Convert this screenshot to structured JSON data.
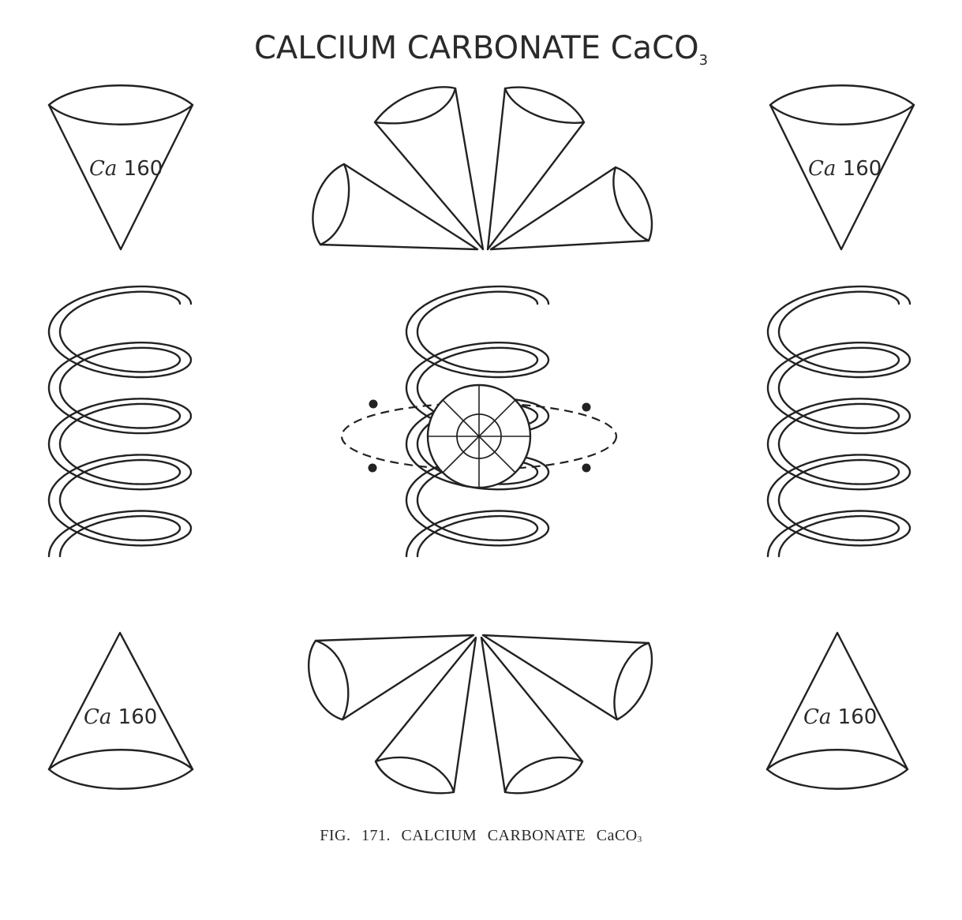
{
  "title": {
    "main": "CALCIUM CARBONATE CaCO",
    "subscript": "3"
  },
  "caption": {
    "main": "FIG.  171.  CALCIUM  CARBONATE  CaCO",
    "subscript": "3"
  },
  "labels": {
    "ca_element": "Ca",
    "ca_number": "160"
  }
}
